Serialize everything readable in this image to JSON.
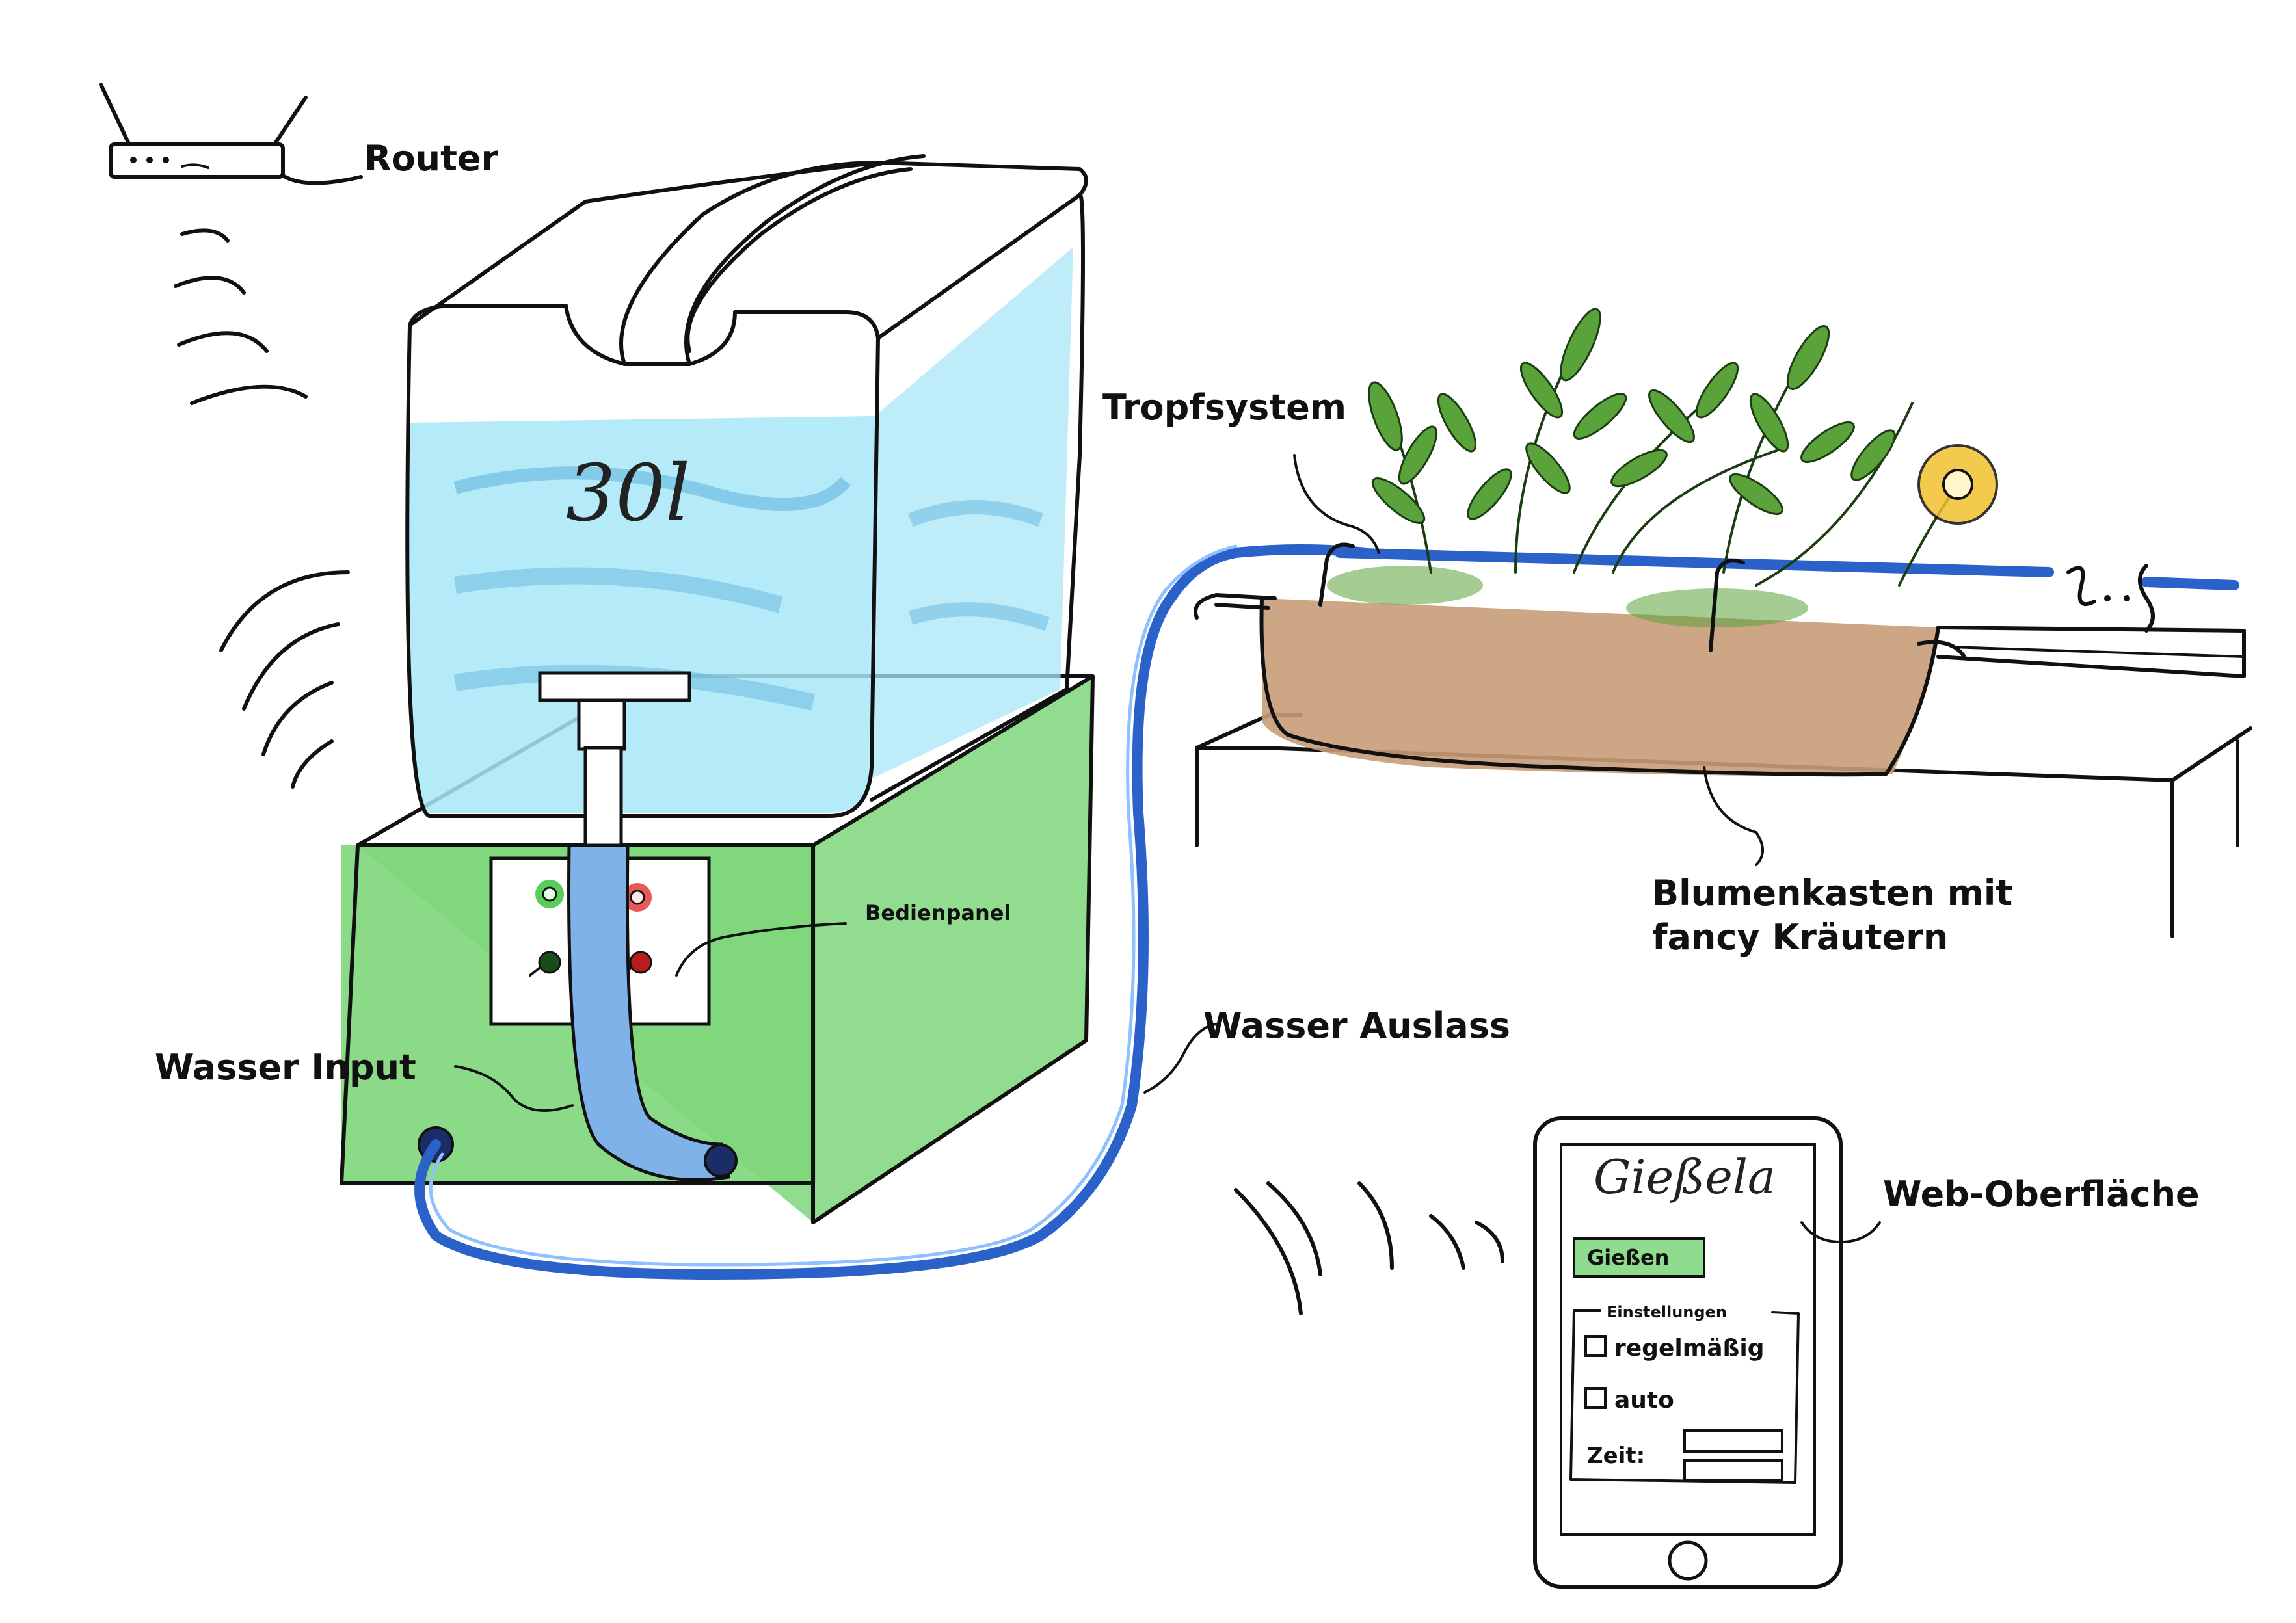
{
  "labels": {
    "router": "Router",
    "tropfsystem": "Tropfsystem",
    "bedienpanel": "Bedienpanel",
    "wasser_input": "Wasser Input",
    "wasser_auslass": "Wasser Auslass",
    "blumenkasten_line1": "Blumenkasten mit",
    "blumenkasten_line2": "fancy Kräutern",
    "web_oberflaeche": "Web-Oberfläche",
    "tank_volume": "30l"
  },
  "phone": {
    "app_title": "Gießela",
    "water_button": "Gießen",
    "settings_legend": "Einstellungen",
    "option_regular": "regelmäßig",
    "option_auto": "auto",
    "time_label": "Zeit:"
  },
  "colors": {
    "water": "#a8e6f7",
    "base": "#7ed67a",
    "planter": "#c79c78",
    "hose": "#2a62c9",
    "button": "#8fdc8e",
    "led_green": "#3cc43c",
    "led_red": "#e03030"
  },
  "icons": [
    "router-icon",
    "wifi-waves-icon",
    "water-tank-icon",
    "tap-icon",
    "led-icon",
    "switch-icon",
    "plant-icon",
    "flower-icon",
    "smartphone-icon",
    "checkbox-icon",
    "home-button-icon"
  ]
}
